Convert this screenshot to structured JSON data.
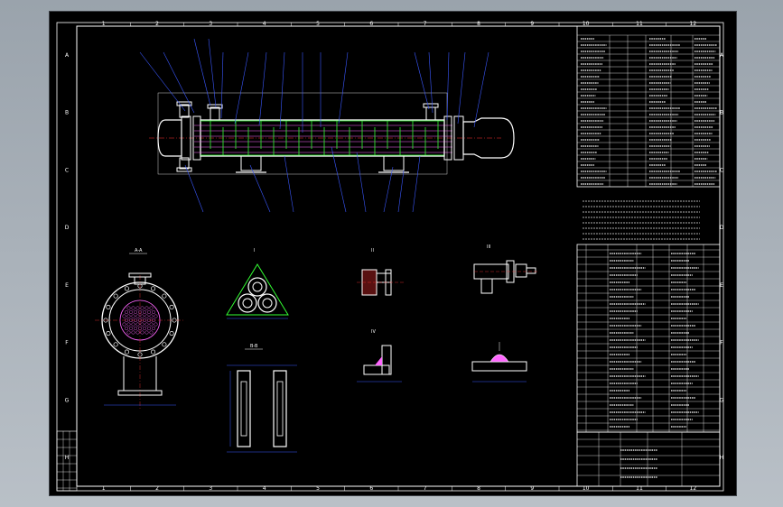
{
  "window": {
    "title": "",
    "background": "#000000"
  },
  "colors": {
    "frame": "#ffffff",
    "outline": "#ffffff",
    "leader": "#3a58ff",
    "center": "#ff3030",
    "baffle": "#33ff33",
    "tube": "#ff66ff",
    "hatch": "#ff3030",
    "text": "#ffffff",
    "yellow": "#ffff44"
  },
  "drawing": {
    "top_zones": [
      "1",
      "2",
      "3",
      "4",
      "5",
      "6",
      "7",
      "8",
      "9",
      "10",
      "11",
      "12"
    ],
    "side_zones": [
      "A",
      "B",
      "C",
      "D",
      "E",
      "F",
      "G",
      "H"
    ],
    "views": {
      "section_view_label": "A-A",
      "detail_i": "I",
      "detail_ii": "II",
      "detail_iii": "III",
      "detail_iv": "IV",
      "baffle_label": "B-B"
    },
    "title_block": {
      "drawing_no": "",
      "scale": "1:10",
      "sheet": "1"
    }
  }
}
